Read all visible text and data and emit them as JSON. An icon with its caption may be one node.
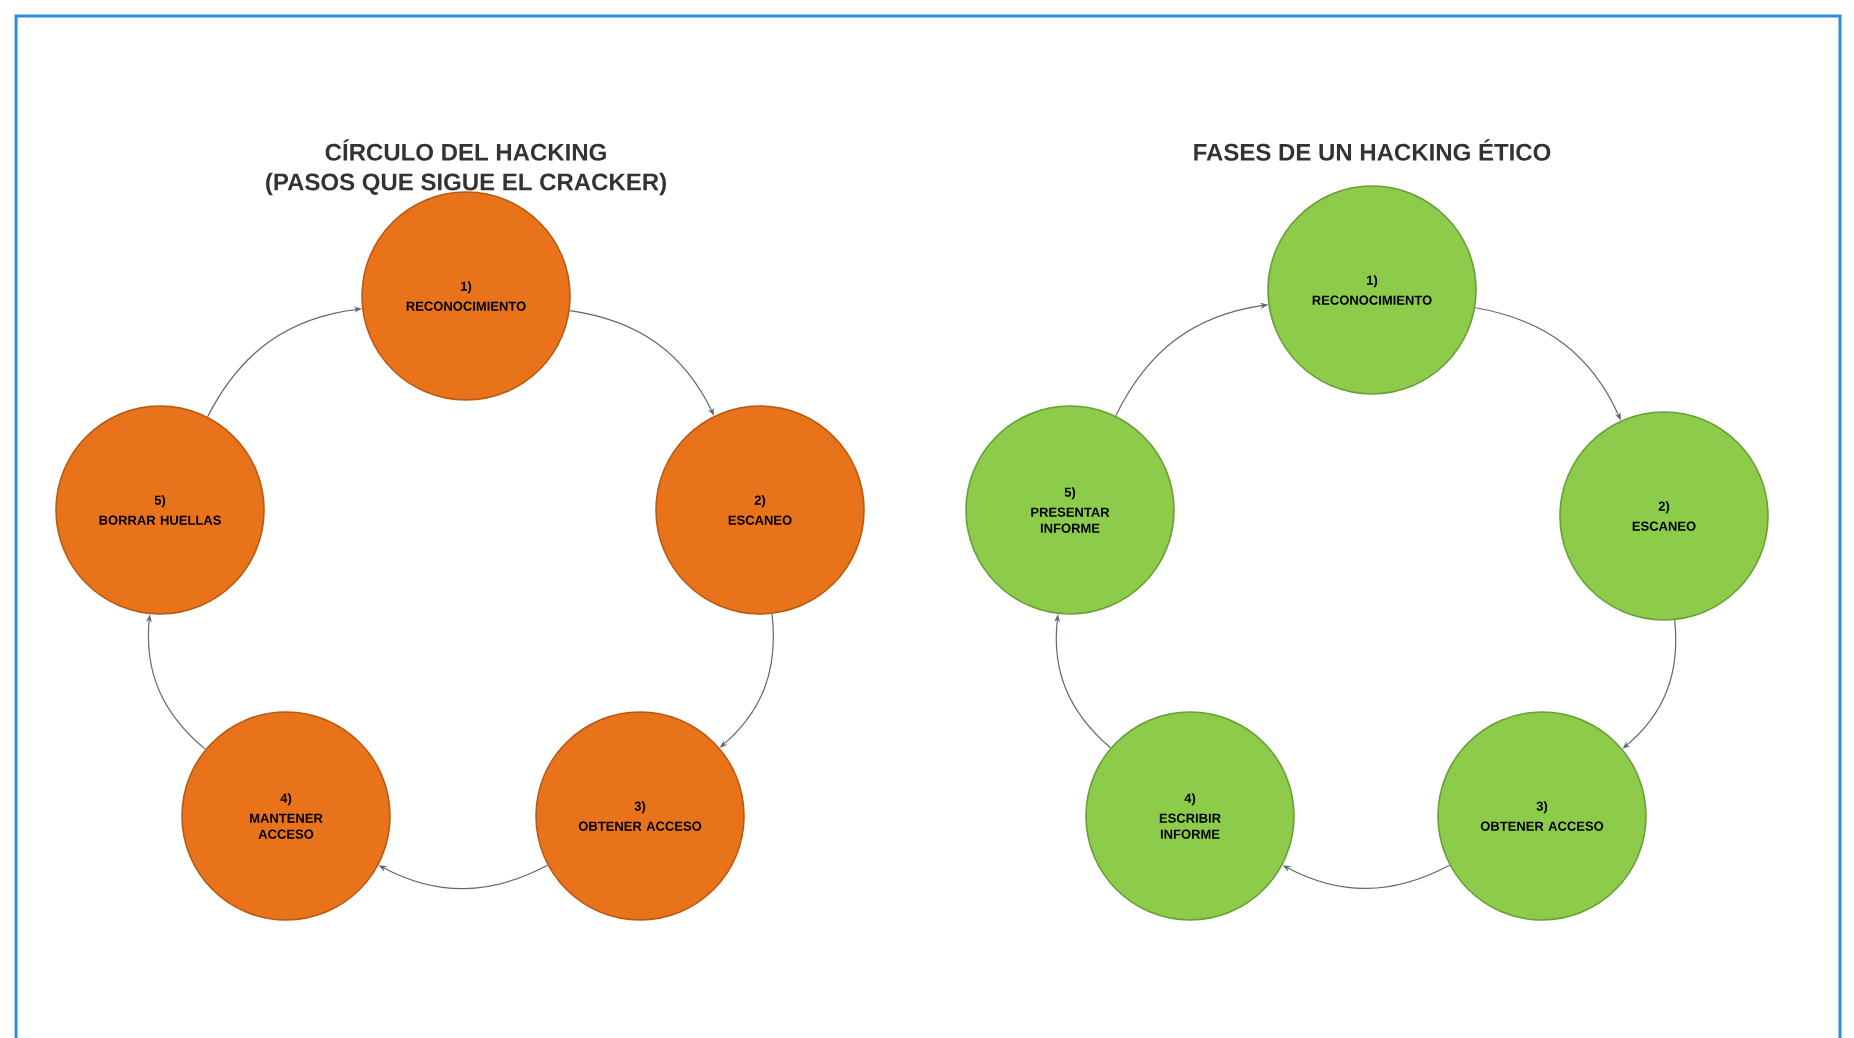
{
  "diagram": {
    "nodes": [
      {
        "text": [
          "1)",
          "RECONOCIMIENTO"
        ]
      },
      {
        "text": [
          "2)",
          "ESCANEO"
        ]
      },
      {
        "text": [
          "3)",
          "OBTENER ACCESO"
        ]
      },
      {
        "text": [
          "4)",
          "MANTENER ACCESO"
        ]
      },
      {
        "text": [
          "5)",
          "BORRAR HUELLAS"
        ]
      },
      {
        "text": [
          "1)",
          "RECONOCIMIENTO"
        ]
      },
      {
        "text": [
          "2)",
          "ESCANEO"
        ]
      },
      {
        "text": [
          "3)",
          "OBTENER ACCESO"
        ]
      },
      {
        "text": [
          "4)",
          "ESCRIBIR INFORME"
        ]
      },
      {
        "text": [
          "5)",
          "PRESENTAR INFORME"
        ]
      }
    ],
    "edges": [
      {
        "from": 0,
        "to": 1,
        "arrow": "to"
      },
      {
        "from": 1,
        "to": 2,
        "arrow": "to"
      },
      {
        "from": 2,
        "to": 3,
        "arrow": "to"
      },
      {
        "from": 3,
        "to": 4,
        "arrow": "to"
      },
      {
        "from": 4,
        "to": 0,
        "arrow": "to"
      },
      {
        "from": 5,
        "to": 6,
        "arrow": "to"
      },
      {
        "from": 6,
        "to": 7,
        "arrow": "to"
      },
      {
        "from": 7,
        "to": 8,
        "arrow": "to"
      },
      {
        "from": 8,
        "to": 9,
        "arrow": "to"
      },
      {
        "from": 9,
        "to": 5,
        "arrow": "to"
      }
    ],
    "labels": [
      "CÍRCULO DEL HACKING",
      "(PASOS QUE SIGUE EL CRACKER)",
      "FASES DE UN HACKING ÉTICO"
    ]
  }
}
